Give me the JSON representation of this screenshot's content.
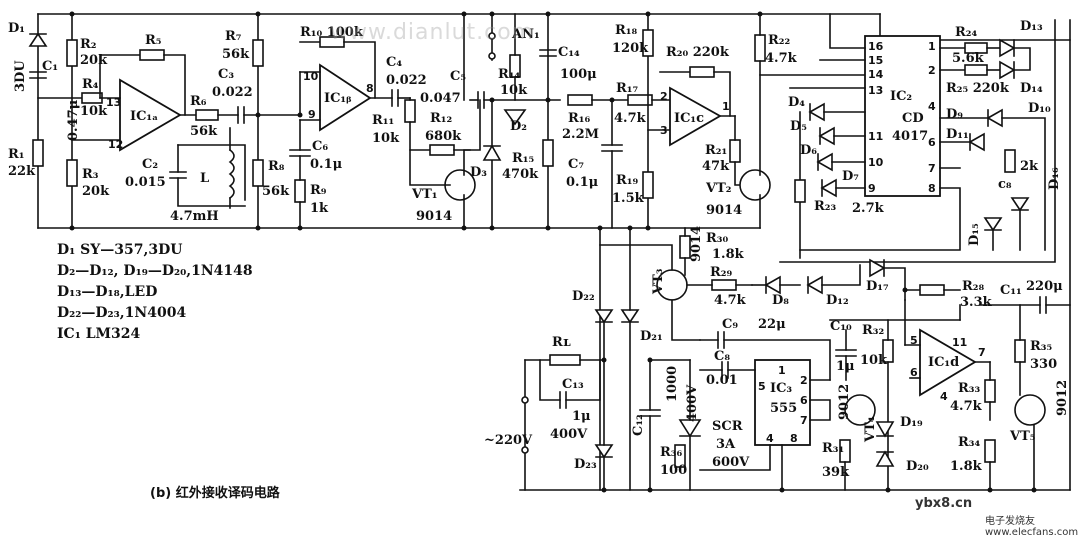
{
  "components": {
    "d1": "D₁",
    "du3": "3DU",
    "c1": "C₁",
    "c1_val": "0.47μ",
    "r1": "R₁",
    "r1_val": "22k",
    "r2": "R₂",
    "r2_val": "20k",
    "r3": "R₃",
    "r3_val": "20k",
    "r4": "R₄",
    "r4_val": "10k",
    "r5": "R₅",
    "ic1a": "IC₁ₐ",
    "r6": "R₆",
    "r6_val": "56k",
    "c2": "C₂",
    "c2_val": "0.015",
    "l": "L",
    "l_val": "4.7mH",
    "r7": "R₇",
    "r7_val": "56k",
    "c3": "C₃",
    "c3_val": "0.022",
    "r8": "R₈",
    "r8_val": "56k",
    "r10": "R₁₀ 100k",
    "ic1b": "IC₁ᵦ",
    "c4": "C₄",
    "c4_val": "0.022",
    "c5": "C₅",
    "c5_val": "0.047",
    "c6": "C₆",
    "c6_val": "0.1μ",
    "r9": "R₉",
    "r9_val": "1k",
    "r11": "R₁₁",
    "r11_val": "10k",
    "r12": "R₁₂",
    "r12_val": "680k",
    "vt1": "VT₁",
    "vt1_val": "9014",
    "an1": "AN₁",
    "r14": "R₁₄",
    "r14_val": "10k",
    "d2": "D₂",
    "d3": "D₃",
    "r15": "R₁₅",
    "r15_val": "470k",
    "c14": "C₁₄",
    "c14_val": "100μ",
    "r16": "R₁₆",
    "r16_val": "2.2M",
    "c7": "C₇",
    "c7_val": "0.1μ",
    "r18": "R₁₈",
    "r18_val": "120k",
    "r20": "R₂₀ 220k",
    "r17": "R₁₇",
    "r17_val": "4.7k",
    "r19": "R₁₉",
    "r19_val": "1.5k",
    "ic1c": "IC₁c",
    "r21": "R₂₁",
    "r21_val": "47k",
    "vt2": "VT₂",
    "vt2_val": "9014",
    "r22": "R₂₂",
    "r22_val": "4.7k",
    "ic2": "IC₂",
    "ic2_name": "CD",
    "ic2_part": "4017",
    "r23": "R₂₃",
    "r23_val": "2.7k",
    "r24": "R₂₄",
    "r24_val": "5.6k",
    "r25": "R₂₅ 220k",
    "d13": "D₁₃",
    "d14": "D₁₄",
    "d4": "D₄",
    "d5": "D₅",
    "d6": "D₆",
    "d7": "D₇",
    "d9": "D₉",
    "d10": "D₁₀",
    "d11": "D₁₁",
    "d15": "D₁₅",
    "d16": "D₁₆",
    "r27": "2k",
    "c8_top": "c₈",
    "r30": "R₃₀",
    "r30_val": "1.8k",
    "vt3": "VT₃",
    "vt3_val": "9014",
    "r29": "R₂₉",
    "r29_val": "4.7k",
    "d8": "D₈",
    "d12": "D₁₂",
    "d17": "D₁₇",
    "r28": "R₂₈",
    "r28_val": "3.3k",
    "c11": "C₁₁",
    "c11_val": "220μ",
    "d22": "D₂₂",
    "d21": "D₂₁",
    "d23": "D₂₃",
    "rl": "Rʟ",
    "c13": "C₁₃",
    "c13_val": "1μ",
    "c13_v": "400V",
    "mains": "~220V",
    "c12": "C₁₂",
    "c12_val": "1000",
    "c12_v": "400V",
    "scr": "SCR",
    "scr_a": "3A",
    "scr_v": "600V",
    "r36": "R₃₆",
    "r36_val": "100",
    "c9": "C₉",
    "c9_val": "22μ",
    "c8": "C₈",
    "c8_val": "0.01",
    "ic3": "IC₃",
    "ic3_part": "555",
    "c10": "C₁₀",
    "c10_val": "1μ",
    "r32": "R₃₂",
    "r32_val": "10k",
    "vt4": "VT₄",
    "vt4_val": "9012",
    "r31": "R₃₁",
    "r31_val": "39k",
    "d19": "D₁₉",
    "d20": "D₂₀",
    "ic1d": "IC₁d",
    "r33": "R₃₃",
    "r33_val": "4.7k",
    "r34": "R₃₄",
    "r34_val": "1.8k",
    "r35": "R₃₅",
    "r35_val": "330",
    "vt5": "VT₅",
    "vt5_val": "9012",
    "pins": {
      "p13": "13",
      "p12": "12",
      "p10": "10",
      "p9": "9",
      "p8": "8",
      "p2": "2",
      "p3": "3",
      "p1": "1",
      "p16": "16",
      "p15": "15",
      "p14": "14",
      "p13b": "13",
      "p1b": "1",
      "p2b": "2",
      "p4": "4",
      "p11": "11",
      "p10b": "10",
      "p9b": "9",
      "p6": "6",
      "p7": "7",
      "p8b": "8",
      "n1": "1",
      "n2": "2",
      "n5": "5",
      "n6": "6",
      "n7": "7",
      "n4": "4",
      "n8": "8",
      "m5": "5",
      "m6": "6",
      "m11": "11",
      "m7": "7",
      "m4": "4"
    }
  },
  "legend": [
    "D₁  SY—357,3DU",
    "D₂—D₁₂, D₁₉—D₂₀,1N4148",
    "D₁₃—D₁₈,LED",
    "D₂₂—D₂₃,1N4004",
    "IC₁  LM324"
  ],
  "caption": "(b) 红外接收译码电路",
  "watermark": "www.dianlut.com",
  "site": "ybx8.cn",
  "site_sub": "电子发烧友 www.elecfans.com"
}
